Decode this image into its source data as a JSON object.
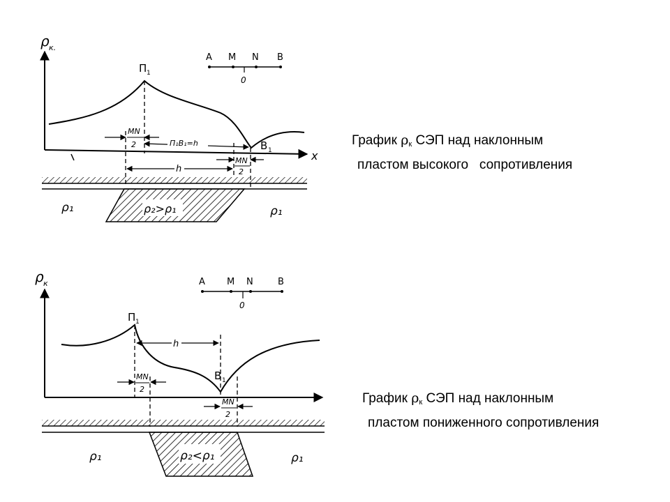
{
  "top": {
    "axis_y_label": "ρ",
    "axis_y_sub": "к.",
    "axis_x_label": "x",
    "peak_label": "П",
    "peak_sub": "1",
    "min_label": "B",
    "min_sub": "1",
    "electrodes": [
      "A",
      "M",
      "N",
      "B"
    ],
    "origin_label": "0",
    "mn_num": "MN",
    "mn_den": "2",
    "distance_label": "П₁B₁=h",
    "h_label": "h",
    "rho_left": "ρ₁",
    "rho_middle": "ρ₂>ρ₁",
    "rho_right": "ρ₁"
  },
  "bottom": {
    "axis_y_label": "ρ",
    "axis_y_sub": "к",
    "peak_label": "П",
    "peak_sub": "1",
    "min_label": "B",
    "min_sub": "1",
    "electrodes": [
      "A",
      "M",
      "N",
      "B"
    ],
    "origin_label": "0",
    "mn_num": "MN",
    "mn_den": "2",
    "h_label": "h",
    "rho_left": "ρ₁",
    "rho_middle": "ρ₂<ρ₁",
    "rho_right": "ρ₁"
  },
  "captions": {
    "top": {
      "prefix": "График",
      "rho": "ρ",
      "rho_sub": "к",
      "suffix": "СЭП над наклонным",
      "line2": "пластом высокого   сопротивления"
    },
    "bottom": {
      "prefix": "График",
      "rho": "ρ",
      "rho_sub": "к",
      "suffix": "СЭП над наклонным",
      "line2": "пластом пониженного сопротивления"
    }
  }
}
